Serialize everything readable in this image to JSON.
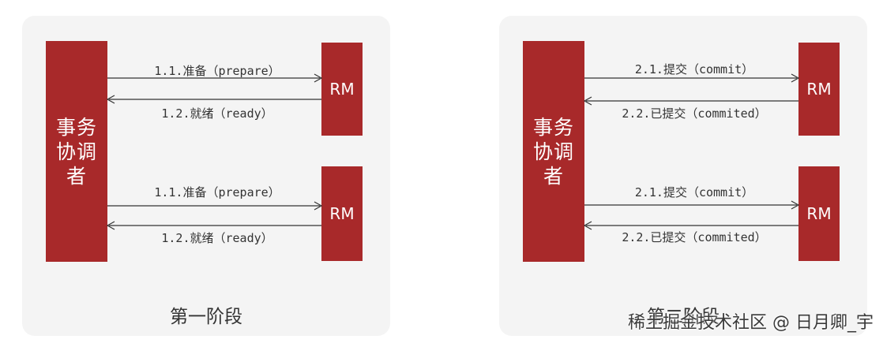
{
  "colors": {
    "block": "#a8292a",
    "panel": "#f4f4f4",
    "text": "#333333",
    "arrow": "#333333"
  },
  "phase1": {
    "coordinator": "事务协调者",
    "rm_top": "RM",
    "rm_bottom": "RM",
    "msgs": {
      "top_request": "1.1.准备（prepare）",
      "top_reply": "1.2.就绪（ready）",
      "bottom_request": "1.1.准备（prepare）",
      "bottom_reply": "1.2.就绪（ready）"
    },
    "caption": "第一阶段"
  },
  "phase2": {
    "coordinator": "事务协调者",
    "rm_top": "RM",
    "rm_bottom": "RM",
    "msgs": {
      "top_request": "2.1.提交（commit）",
      "top_reply": "2.2.已提交（commited）",
      "bottom_request": "2.1.提交（commit）",
      "bottom_reply": "2.2.已提交（commited）"
    },
    "caption": "第二阶段"
  },
  "watermark": "稀土掘金技术社区 @ 日月卿_宇"
}
